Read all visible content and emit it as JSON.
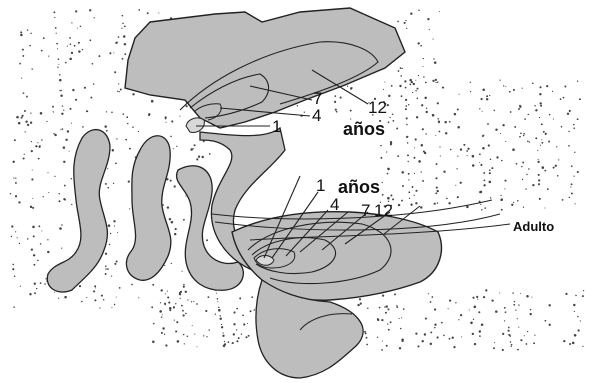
{
  "labels": {
    "top": {
      "age_7": "7",
      "age_12": "12",
      "age_4": "4",
      "age_1": "1",
      "anos": "años"
    },
    "bottom": {
      "age_1": "1",
      "anos": "años",
      "age_4": "4",
      "age_7": "7",
      "age_12": "12"
    },
    "adulto": "Adulto"
  },
  "colors": {
    "bone": "#bdbdbd",
    "outline": "#222222",
    "stipple": "#444444",
    "background": "#ffffff"
  }
}
